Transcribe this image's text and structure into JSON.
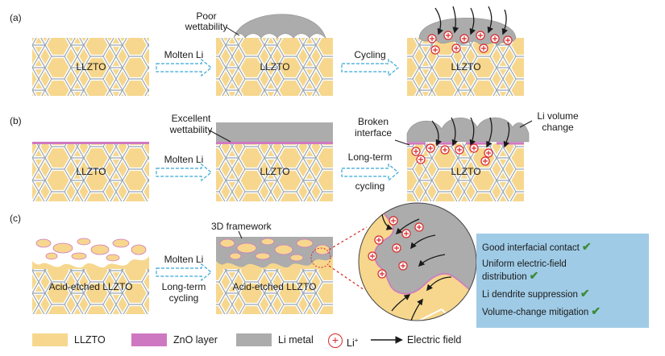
{
  "panels": {
    "a": {
      "tag": "(a)",
      "block_labels": [
        "LLZTO",
        "LLZTO",
        "LLZTO"
      ],
      "arrow_labels": [
        "Molten Li",
        "Cycling"
      ],
      "callout": [
        "Poor",
        "wettability"
      ]
    },
    "b": {
      "tag": "(b)",
      "block_labels": [
        "LLZTO",
        "LLZTO",
        "LLZTO"
      ],
      "arrow_labels": [
        "Molten Li",
        "Long-term",
        "cycling"
      ],
      "callouts": {
        "excellent": [
          "Excellent",
          "wettability"
        ],
        "broken": [
          "Broken",
          "interface"
        ],
        "volume": [
          "Li volume",
          "change"
        ]
      }
    },
    "c": {
      "tag": "(c)",
      "block_labels": [
        "Acid-etched LLZTO",
        "Acid-etched LLZTO"
      ],
      "arrow_labels": [
        "Molten Li",
        "Long-term",
        "cycling"
      ],
      "callout": "3D framework"
    }
  },
  "benefits": [
    {
      "text": "Good interfacial contact",
      "check": true
    },
    {
      "text": "Uniform electric-field",
      "check": false
    },
    {
      "text": "distribution",
      "check": true
    },
    {
      "text": "Li dendrite suppression",
      "check": true
    },
    {
      "text": "Volume-change mitigation",
      "check": true
    }
  ],
  "check_glyph": "✔",
  "legend": {
    "llzto": "LLZTO",
    "zno": "ZnO layer",
    "li_metal": "Li metal",
    "li_ion": "Li",
    "li_ion_sup": "+",
    "electric_field": "Electric field"
  },
  "colors": {
    "llzto": "#f6d78d",
    "zno": "#cf78c2",
    "li_metal": "#acacac",
    "grain_boundary": "#b8c1c8",
    "arrow": "#37a8d8",
    "ion": "#d8282a",
    "benefit_box": "#9fcbe6",
    "check": "#3f8a3a"
  }
}
